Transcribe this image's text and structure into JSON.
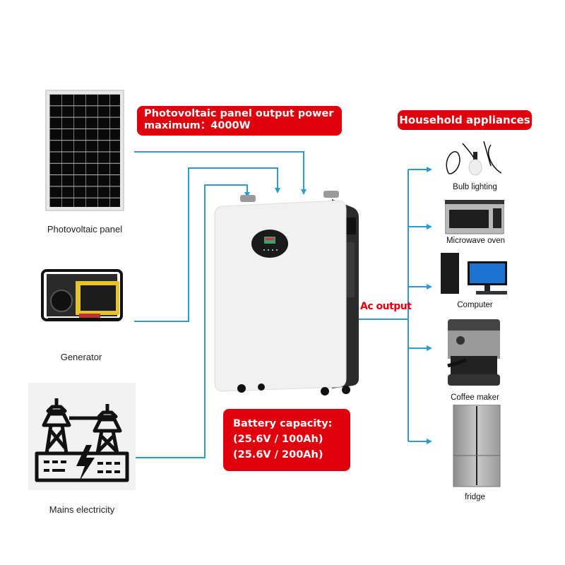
{
  "sources": {
    "pv_label": "Photovoltaic panel",
    "generator_label": "Generator",
    "mains_label": "Mains electricity"
  },
  "pv_output_box": {
    "line1": "Photovoltaic panel output power",
    "line2": "maximum：4000W"
  },
  "appliances_box": {
    "title": "Household appliances"
  },
  "battery_box": {
    "line1": "Battery capacity:",
    "line2": "(25.6V / 100Ah)",
    "line3": "(25.6V / 200Ah)"
  },
  "ac_output_label": "Ac output",
  "appliances": [
    {
      "label": "Bulb lighting"
    },
    {
      "label": "Microwave oven"
    },
    {
      "label": "Computer"
    },
    {
      "label": "Coffee maker"
    },
    {
      "label": "fridge"
    }
  ],
  "colors": {
    "accent_red": "#e0000d",
    "wire_blue": "#2b9bd0"
  }
}
